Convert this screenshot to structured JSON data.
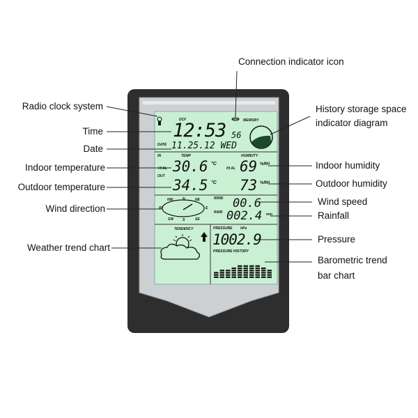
{
  "callouts": {
    "radio_clock": "Radio clock system",
    "time": "Time",
    "date": "Date",
    "indoor_temperature": "Indoor temperature",
    "outdoor_temperature": "Outdoor temperature",
    "wind_direction": "Wind direction",
    "weather_trend": "Weather trend chart",
    "connection_icon": "Connection indicator icon",
    "history_storage_line1": "History storage space",
    "history_storage_line2": "indicator diagram",
    "indoor_humidity": "Indoor humidity",
    "outdoor_humidity": "Outdoor humidity",
    "wind_speed": "Wind speed",
    "rainfall": "Rainfall",
    "pressure": "Pressure",
    "baro_line1": "Barometric trend",
    "baro_line2": "bar chart"
  },
  "lcd": {
    "dcf": "DCF",
    "memory": "MEMORY",
    "time": "12:53",
    "seconds": "56",
    "date_label": "DATE",
    "date": "11.25.12 WED",
    "in_label": "IN",
    "temp_label": "TEMP",
    "hi_al": "HI AL",
    "indoor_temp": "30.6",
    "temp_unit": "°C",
    "out_label": "OUT",
    "outdoor_temp": "34.5",
    "humidity_label": "HUMIDITY",
    "indoor_humidity": "69",
    "outdoor_humidity": "73",
    "humidity_unit": "%RH",
    "compass": [
      "NW",
      "N",
      "NE",
      "W",
      "E",
      "SW",
      "S",
      "SE"
    ],
    "wind_label": "WIND",
    "wind_speed": "00.6",
    "rain_label": "RAIN",
    "rainfall": "002.4",
    "rain_unit": "mm",
    "tendency_label": "TENDENCY",
    "pressure_label": "PRESSURE",
    "pressure_unit_top": "hPa",
    "pressure": "1002.9",
    "pressure_history_label": "PRESSURE HISTORY",
    "history_bar_levels": [
      3,
      4,
      4,
      5,
      6,
      6,
      6,
      6,
      5,
      4
    ],
    "colors": {
      "lcd": "#c9f0d3",
      "frame": "#2b2b2b",
      "bezel": "#cfd1d3"
    }
  }
}
